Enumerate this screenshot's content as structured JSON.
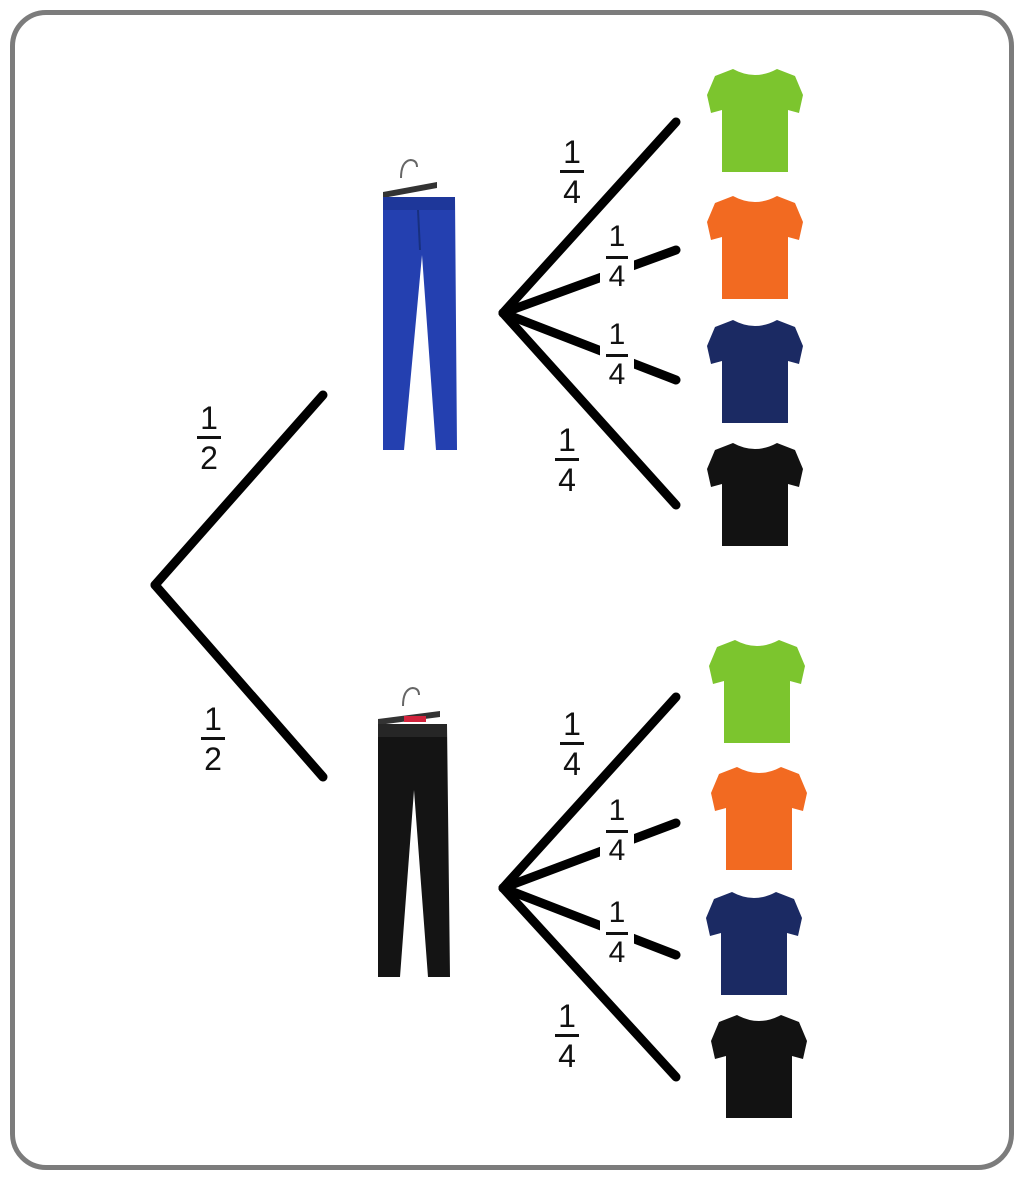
{
  "branch_probs": {
    "first_top": {
      "num": "1",
      "den": "2"
    },
    "first_bottom": {
      "num": "1",
      "den": "2"
    },
    "blue_green": {
      "num": "1",
      "den": "4"
    },
    "blue_orange": {
      "num": "1",
      "den": "4"
    },
    "blue_navy": {
      "num": "1",
      "den": "4"
    },
    "blue_black": {
      "num": "1",
      "den": "4"
    },
    "black_green": {
      "num": "1",
      "den": "4"
    },
    "black_orange": {
      "num": "1",
      "den": "4"
    },
    "black_navy": {
      "num": "1",
      "den": "4"
    },
    "black_black": {
      "num": "1",
      "den": "4"
    }
  },
  "items": {
    "trousers": [
      {
        "name": "blue-jeans-icon",
        "color": "#2440b0"
      },
      {
        "name": "black-jeans-icon",
        "color": "#151515"
      }
    ],
    "tshirts": [
      {
        "name": "green-tshirt-icon",
        "color": "#7cc52e"
      },
      {
        "name": "orange-tshirt-icon",
        "color": "#f26a21"
      },
      {
        "name": "navy-tshirt-icon",
        "color": "#1b2a63"
      },
      {
        "name": "black-tshirt-icon",
        "color": "#121212"
      }
    ]
  },
  "colors": {
    "frame": "#7c7c7c",
    "line": "#000000"
  }
}
